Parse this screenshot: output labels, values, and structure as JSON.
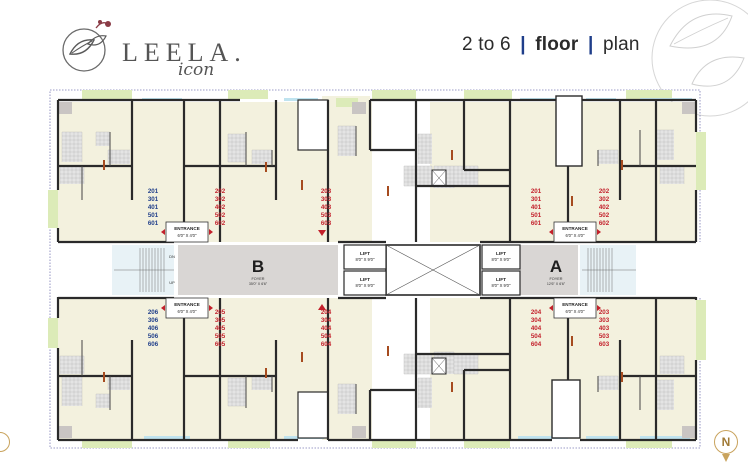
{
  "brand": {
    "name": "LEELA.",
    "sub": "icon"
  },
  "title": {
    "part1": "2 to 6",
    "sep": "|",
    "part2": "floor",
    "part3": "plan"
  },
  "compass": {
    "label": "N"
  },
  "colors": {
    "room": "#f3f1de",
    "wall": "#2a2a2a",
    "foyer": "#d9d6d4",
    "balcony": "#dcebb8",
    "terrace": "#d7efd0",
    "window": "#bfe3ef",
    "tile": "#d3d3d3",
    "duct": "#c9c5c3",
    "blue_text": "#1f3e8a",
    "red_text": "#c3202b",
    "brown_line": "#a64b1f"
  },
  "wings": [
    {
      "letter": "B",
      "foyer_label": "FOYER",
      "foyer_dim": "35'0\" X 6'6\""
    },
    {
      "letter": "A",
      "foyer_label": "FOYER",
      "foyer_dim": "12'6\" X 6'6\""
    }
  ],
  "entrances": [
    {
      "label": "ENTRANCE",
      "dim": "6'0\" X 4'0\""
    },
    {
      "label": "ENTRANCE",
      "dim": "6'0\" X 4'0\""
    },
    {
      "label": "ENTRANCE",
      "dim": "6'0\" X 4'0\""
    },
    {
      "label": "ENTRANCE",
      "dim": "6'0\" X 4'0\""
    }
  ],
  "lifts": [
    {
      "label": "LIFT",
      "dim": "8'0\" X 9'0\""
    },
    {
      "label": "LIFT",
      "dim": "8'0\" X 9'0\""
    },
    {
      "label": "LIFT",
      "dim": "8'0\" X 9'0\""
    },
    {
      "label": "LIFT",
      "dim": "8'0\" X 9'0\""
    }
  ],
  "stair_labels": [
    "DN",
    "UP"
  ],
  "flat_groups": [
    {
      "color": "blue",
      "numbers": [
        "201",
        "301",
        "401",
        "501",
        "601"
      ]
    },
    {
      "color": "red",
      "numbers": [
        "202",
        "302",
        "402",
        "502",
        "602"
      ]
    },
    {
      "color": "red",
      "numbers": [
        "203",
        "303",
        "403",
        "503",
        "603"
      ]
    },
    {
      "color": "red",
      "numbers": [
        "201",
        "301",
        "401",
        "501",
        "601"
      ]
    },
    {
      "color": "red",
      "numbers": [
        "202",
        "302",
        "402",
        "502",
        "602"
      ]
    },
    {
      "color": "blue",
      "numbers": [
        "206",
        "306",
        "406",
        "506",
        "606"
      ]
    },
    {
      "color": "red",
      "numbers": [
        "205",
        "305",
        "405",
        "505",
        "605"
      ]
    },
    {
      "color": "red",
      "numbers": [
        "204",
        "304",
        "404",
        "504",
        "604"
      ]
    },
    {
      "color": "red",
      "numbers": [
        "204",
        "304",
        "404",
        "504",
        "604"
      ]
    },
    {
      "color": "red",
      "numbers": [
        "203",
        "303",
        "403",
        "503",
        "603"
      ]
    }
  ]
}
